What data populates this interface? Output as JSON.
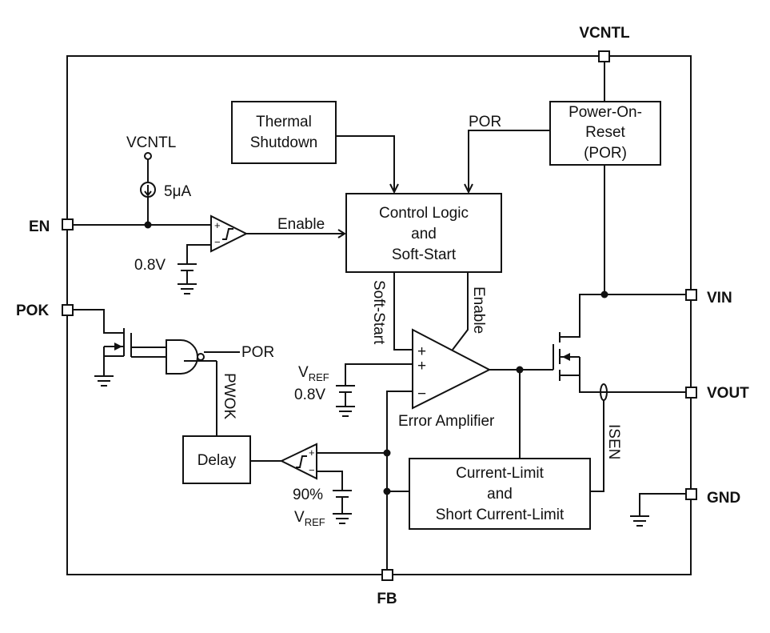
{
  "pins": {
    "vcntl_top": "VCNTL",
    "en": "EN",
    "pok": "POK",
    "vin": "VIN",
    "vout": "VOUT",
    "gnd": "GND",
    "fb": "FB"
  },
  "blocks": {
    "thermal_line1": "Thermal",
    "thermal_line2": "Shutdown",
    "control_line1": "Control Logic",
    "control_line2": "and",
    "control_line3": "Soft-Start",
    "por_line1": "Power-On-",
    "por_line2": "Reset",
    "por_line3": "(POR)",
    "delay": "Delay",
    "climit_line1": "Current-Limit",
    "climit_line2": "and",
    "climit_line3": "Short Current-Limit"
  },
  "labels": {
    "vcntl_source": "VCNTL",
    "current": "5μA",
    "enable": "Enable",
    "ref_en": "0.8V",
    "por_signal": "POR",
    "por_gate": "POR",
    "pwok": "PWOK",
    "soft_start": "Soft-Start",
    "enable_vert": "Enable",
    "vref_main": "V",
    "vref_main_sub": "REF",
    "vref_main_value": "0.8V",
    "error_amp": "Error Amplifier",
    "isen": "ISEN",
    "pct": "90%",
    "vref_pok": "V",
    "vref_pok_sub": "REF"
  },
  "signs": {
    "plus": "+",
    "minus": "−"
  }
}
